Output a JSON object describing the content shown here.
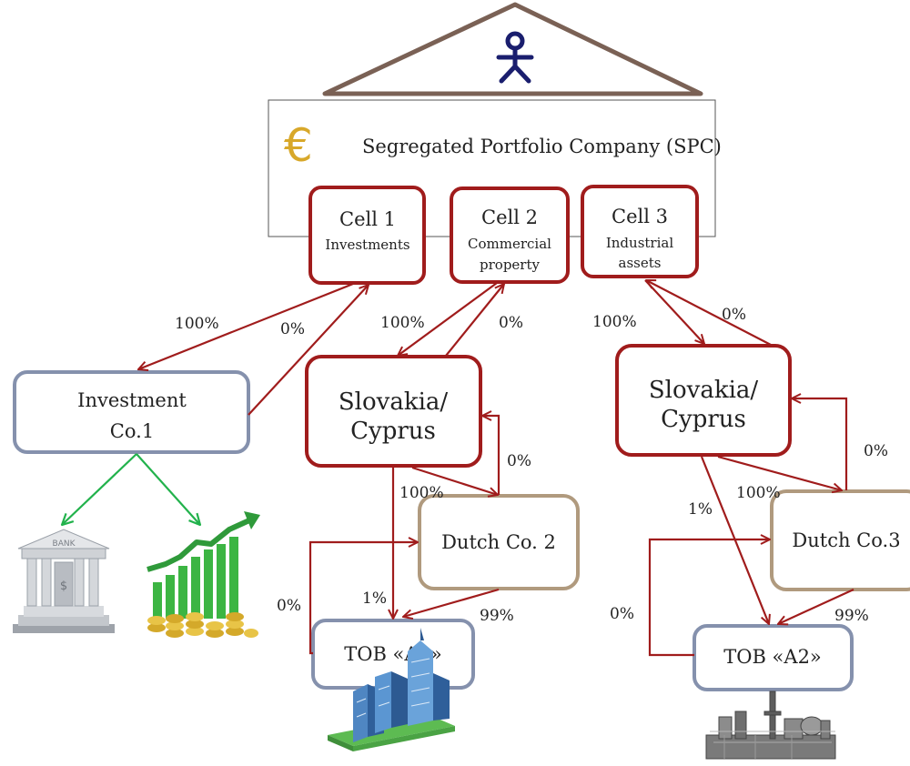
{
  "spc_title": "Segregated Portfolio Company (SPC)",
  "cells": [
    {
      "title": "Cell 1",
      "subtitle": [
        "Investments"
      ]
    },
    {
      "title": "Cell 2",
      "subtitle": [
        "Commercial",
        "property"
      ]
    },
    {
      "title": "Cell 3",
      "subtitle": [
        "Industrial",
        "assets"
      ]
    }
  ],
  "entities": {
    "investment_co": [
      "Investment",
      "Co.1"
    ],
    "slovakia_cyprus_1": [
      "Slovakia/",
      "Cyprus"
    ],
    "slovakia_cyprus_2": [
      "Slovakia/",
      "Cyprus"
    ],
    "dutch_co_2": "Dutch Co. 2",
    "dutch_co_3": "Dutch Co.3",
    "tob_a1": "TOB «A1»",
    "tob_a2": "TOB «A2»"
  },
  "percentages": {
    "cell1_to_investment": "100%",
    "investment_to_cell1": "0%",
    "cell2_to_slovakia": "100%",
    "slovakia_to_cell2": "0%",
    "cell3_to_slovakia": "100%",
    "slovakia_to_cell3": "0%",
    "slovakia1_to_dutch2": "100%",
    "dutch2_to_slovakia1": "0%",
    "slovakia1_to_tob_a1": "1%",
    "dutch2_to_tob_a1": "99%",
    "tob_a1_to_dutch2": "0%",
    "slovakia2_to_dutch3": "100%",
    "dutch3_to_slovakia2": "0%",
    "slovakia2_to_tob_a2": "1%",
    "dutch3_to_tob_a2": "99%",
    "tob_a2_to_dutch3": "0%"
  },
  "icons": [
    "person-icon",
    "euro-icon",
    "bank-icon",
    "growth-chart-icon",
    "office-buildings-icon",
    "industrial-plant-icon"
  ],
  "colors": {
    "red_box": "#a01c1c",
    "gray_blue_box": "#8591ad",
    "tan_box": "#b09a7e",
    "green_arrow": "#22b24c",
    "navy_person": "#1a1e6e",
    "roof": "#7a6155",
    "euro": "#d8a82a"
  }
}
